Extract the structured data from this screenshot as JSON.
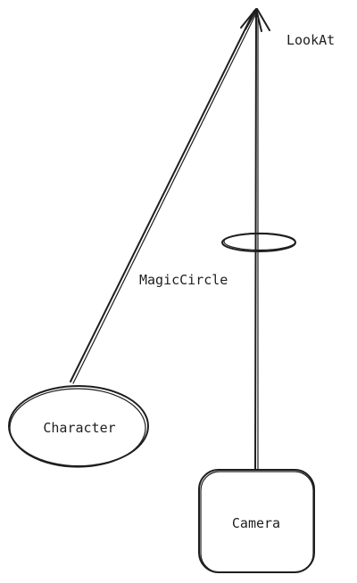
{
  "diagram": {
    "nodes": {
      "character": {
        "label": "Character",
        "shape": "ellipse"
      },
      "camera": {
        "label": "Camera",
        "shape": "rounded-rectangle"
      },
      "magic_circle": {
        "label": "MagicCircle",
        "shape": "small-ellipse"
      },
      "look_at": {
        "label": "LookAt",
        "shape": "arrow-target"
      }
    },
    "edges": [
      {
        "from": "character",
        "to": "look_at",
        "style": "arrow"
      },
      {
        "from": "camera",
        "to": "look_at",
        "style": "arrow"
      }
    ],
    "colors": {
      "stroke": "#1e1e1e",
      "background": "#ffffff"
    }
  }
}
